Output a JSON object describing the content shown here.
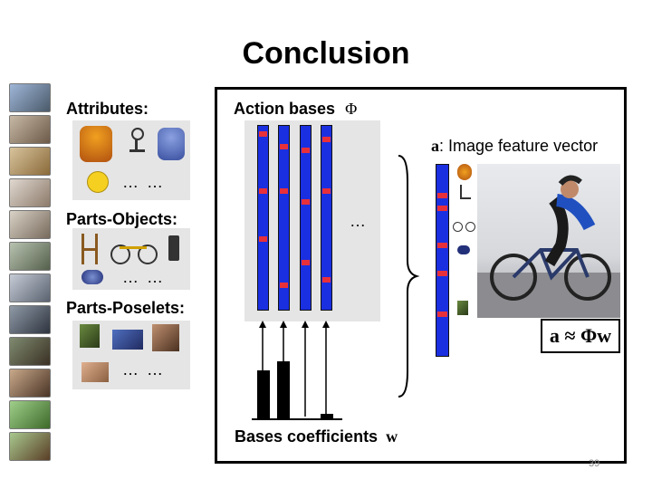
{
  "slide": {
    "title": "Conclusion",
    "attributes_label": "Attributes:",
    "parts_objects_label": "Parts-Objects:",
    "parts_poselets_label": "Parts-Poselets:",
    "ellipsis": "… …",
    "ellipsis_single": "…",
    "action_bases_label": "Action bases",
    "phi_symbol": "Φ",
    "feature_vector_symbol": "a",
    "feature_vector_label": ": Image feature vector",
    "equation": "a ≈ Φw",
    "bases_coefficients_label": "Bases coefficients",
    "w_symbol": "w",
    "page_number": "39"
  },
  "colors": {
    "basis_blue": "#1a2fe0",
    "marker_red": "#e8303a",
    "panel_gray": "#e5e5e5"
  },
  "action_bases": {
    "columns": 4,
    "red_marker_rows": [
      [
        0.03,
        0.35,
        0.62
      ],
      [
        0.1,
        0.35,
        0.88
      ],
      [
        0.12,
        0.41,
        0.75
      ],
      [
        0.06,
        0.35,
        0.85
      ]
    ]
  },
  "feature_vector": {
    "red_marker_rows": [
      0.15,
      0.22,
      0.42,
      0.57,
      0.79
    ]
  },
  "coefficients": {
    "values": [
      0.53,
      0.63,
      0,
      0.05
    ]
  }
}
